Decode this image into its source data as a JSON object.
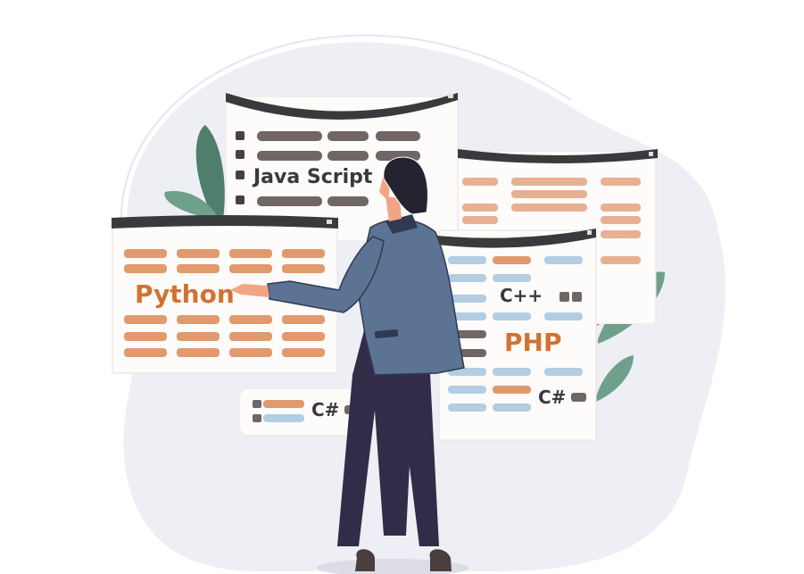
{
  "colors": {
    "background": "#ffffff",
    "blob": "#eeeef5",
    "window_bar": "#3a3a3d",
    "window_body": "#fdfcfa",
    "bar_dark": "#706666",
    "bar_orange": "#e09a6e",
    "bar_peach": "#e8b092",
    "bar_blue": "#b3cde3",
    "leaf_dark": "#4f7f6c",
    "leaf_light": "#6ea08c",
    "jacket": "#5c7394",
    "pants": "#332c48",
    "hair": "#23242f",
    "skin": "#f2a584",
    "shoes": "#4a3f3c",
    "text_dark": "#3a3a3d",
    "text_orange": "#d27232"
  },
  "windows": {
    "javascript": {
      "label": "Java Script"
    },
    "python": {
      "label": "Python"
    },
    "php": {
      "label": "PHP",
      "sub_labels": [
        "C++",
        "C#"
      ]
    },
    "csharp_card": {
      "label": "C#"
    }
  }
}
